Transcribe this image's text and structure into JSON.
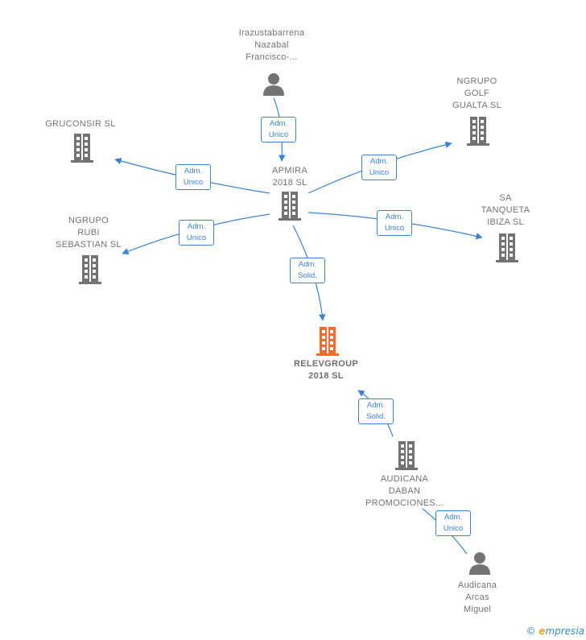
{
  "colors": {
    "edge": "#3a83d6",
    "node": "#737373",
    "focus": "#f26a2e"
  },
  "nodes": {
    "irazustabarrena": {
      "label": "Irazustabarrena\nNazabal\nFrancisco-...",
      "icon": "person-icon"
    },
    "gruconsir": {
      "label": "GRUCONSIR SL",
      "icon": "building-icon"
    },
    "apmira": {
      "label": "APMIRA\n2018  SL",
      "icon": "building-icon"
    },
    "ngrupo_golf": {
      "label": "NGRUPO\nGOLF\nGUALTA  SL",
      "icon": "building-icon"
    },
    "ngrupo_rubi": {
      "label": "NGRUPO\nRUBI\nSEBASTIAN  SL",
      "icon": "building-icon"
    },
    "sa_tanqueta": {
      "label": "SA\nTANQUETA\nIBIZA  SL",
      "icon": "building-icon"
    },
    "relevgroup": {
      "label": "RELEVGROUP\n2018  SL",
      "icon": "building-icon"
    },
    "audicana_daban": {
      "label": "AUDICANA\nDABAN\nPROMOCIONES...",
      "icon": "building-icon"
    },
    "audicana_arcas": {
      "label": "Audicana\nArcas\nMiguel",
      "icon": "person-icon"
    }
  },
  "edges": {
    "e1": {
      "label": "Adm.\nUnico"
    },
    "e2": {
      "label": "Adm.\nUnico"
    },
    "e3": {
      "label": "Adm.\nUnico"
    },
    "e4": {
      "label": "Adm.\nUnico"
    },
    "e5": {
      "label": "Adm.\nUnico"
    },
    "e6": {
      "label": "Adm.\nSolid."
    },
    "e7": {
      "label": "Adm.\nSolid."
    },
    "e8": {
      "label": "Adm.\nUnico"
    }
  },
  "footer": {
    "copyright": "©",
    "brand_e": "e",
    "brand_rest": "mpresia"
  }
}
